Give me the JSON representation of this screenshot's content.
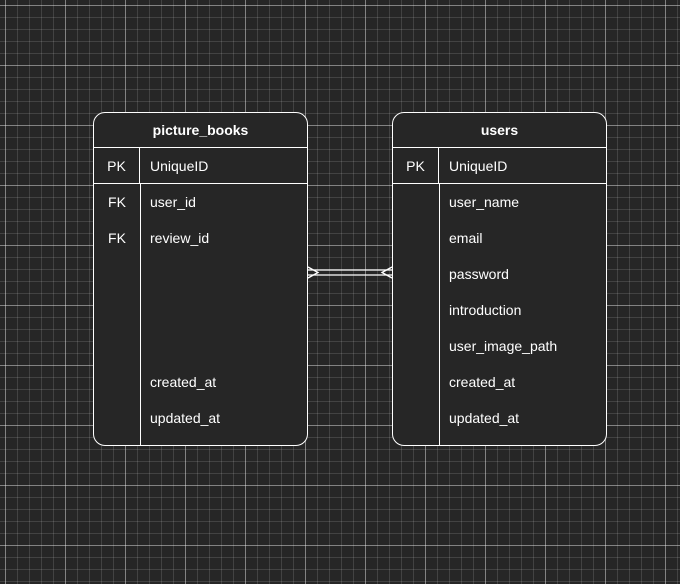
{
  "entities": {
    "picture_books": {
      "title": "picture_books",
      "pk": {
        "key": "PK",
        "name": "UniqueID"
      },
      "fields": [
        {
          "key": "FK",
          "name": "user_id"
        },
        {
          "key": "FK",
          "name": "review_id"
        },
        {
          "key": "",
          "name": ""
        },
        {
          "key": "",
          "name": ""
        },
        {
          "key": "",
          "name": ""
        },
        {
          "key": "",
          "name": "created_at"
        },
        {
          "key": "",
          "name": "updated_at"
        }
      ]
    },
    "users": {
      "title": "users",
      "pk": {
        "key": "PK",
        "name": "UniqueID"
      },
      "fields": [
        {
          "key": "",
          "name": "user_name"
        },
        {
          "key": "",
          "name": "email"
        },
        {
          "key": "",
          "name": "password"
        },
        {
          "key": "",
          "name": "introduction"
        },
        {
          "key": "",
          "name": "user_image_path"
        },
        {
          "key": "",
          "name": "created_at"
        },
        {
          "key": "",
          "name": "updated_at"
        }
      ]
    }
  },
  "relationship": {
    "from": "picture_books",
    "to": "users",
    "from_end": "many",
    "to_end": "many"
  },
  "colors": {
    "background": "#262626",
    "line": "#ffffff",
    "text": "#ffffff"
  }
}
